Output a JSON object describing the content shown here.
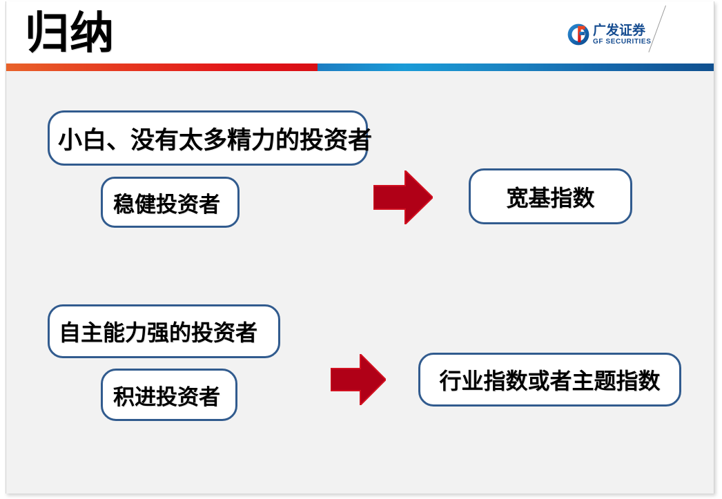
{
  "slide": {
    "title": "归纳",
    "background_color": "#f2f2f2",
    "header_background_color": "#ffffff"
  },
  "brand": {
    "logo_icon": "gf-securities-logo-icon",
    "name_cn": "广发证券",
    "name_en": "GF SECURITIES",
    "brand_blue": "#154c90",
    "brand_red": "#e2231a"
  },
  "divider": {
    "red_gradient_from": "#e8622a",
    "red_gradient_to": "#d80f14",
    "blue_gradient_from": "#1c7dc2",
    "blue_gradient_to": "#10508f"
  },
  "diagram": {
    "arrow_color": "#b00017",
    "box_border_color": "#315b8e",
    "groups": [
      {
        "id": "group-broad-index",
        "sources": [
          {
            "id": "novice",
            "label": "小白、没有太多精力的投资者"
          },
          {
            "id": "steady",
            "label": "稳健投资者"
          }
        ],
        "arrow": "right-arrow-icon",
        "target": {
          "id": "broad",
          "label": "宽基指数"
        }
      },
      {
        "id": "group-sector-index",
        "sources": [
          {
            "id": "self-driven",
            "label": "自主能力强的投资者"
          },
          {
            "id": "aggressive",
            "label": "积进投资者"
          }
        ],
        "arrow": "right-arrow-icon",
        "target": {
          "id": "sector",
          "label": "行业指数或者主题指数"
        }
      }
    ]
  }
}
